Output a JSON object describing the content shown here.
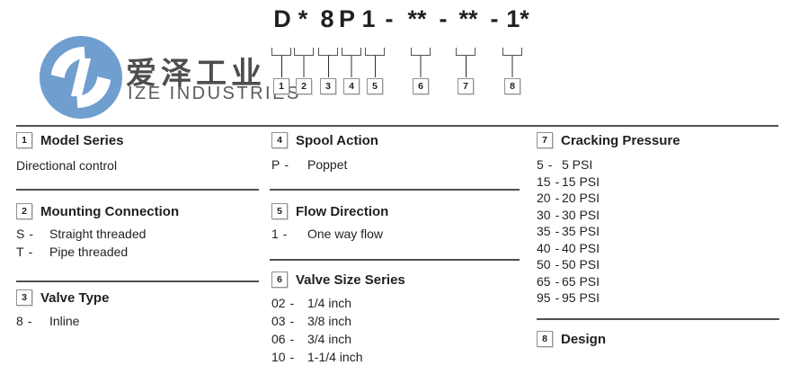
{
  "logo": {
    "chinese_name": "爱泽工业",
    "english_name": "IZE INDUSTRIES"
  },
  "model_code": {
    "tokens": [
      "D",
      "*",
      "8",
      "P",
      "1",
      "-",
      "**",
      "-",
      "**",
      "-",
      "1*"
    ],
    "key_numbers": [
      "1",
      "2",
      "3",
      "4",
      "5",
      "6",
      "7",
      "8"
    ]
  },
  "labels": {
    "dash": "-"
  },
  "sections": [
    {
      "num": "1",
      "title": "Model Series",
      "note": "Directional control",
      "rows": []
    },
    {
      "num": "2",
      "title": "Mounting Connection",
      "rows": [
        {
          "code": "S",
          "desc": "Straight threaded"
        },
        {
          "code": "T",
          "desc": "Pipe threaded"
        }
      ]
    },
    {
      "num": "3",
      "title": "Valve Type",
      "rows": [
        {
          "code": "8",
          "desc": "Inline"
        }
      ]
    },
    {
      "num": "4",
      "title": "Spool Action",
      "rows": [
        {
          "code": "P",
          "desc": "Poppet"
        }
      ]
    },
    {
      "num": "5",
      "title": "Flow Direction",
      "rows": [
        {
          "code": "1",
          "desc": "One way flow"
        }
      ]
    },
    {
      "num": "6",
      "title": "Valve Size Series",
      "rows": [
        {
          "code": "02",
          "desc": "1/4 inch"
        },
        {
          "code": "03",
          "desc": "3/8 inch"
        },
        {
          "code": "06",
          "desc": "3/4 inch"
        },
        {
          "code": "10",
          "desc": "1-1/4 inch"
        }
      ]
    },
    {
      "num": "7",
      "title": "Cracking Pressure",
      "rows": [
        {
          "code": "5",
          "desc": "5 PSI"
        },
        {
          "code": "15",
          "desc": "15 PSI"
        },
        {
          "code": "20",
          "desc": "20 PSI"
        },
        {
          "code": "30",
          "desc": "30 PSI"
        },
        {
          "code": "35",
          "desc": "35 PSI"
        },
        {
          "code": "40",
          "desc": "40 PSI"
        },
        {
          "code": "50",
          "desc": "50 PSI"
        },
        {
          "code": "65",
          "desc": "65 PSI"
        },
        {
          "code": "95",
          "desc": "95 PSI"
        }
      ]
    },
    {
      "num": "8",
      "title": "Design",
      "rows": []
    }
  ],
  "colors": {
    "logo_blue": "#6f9ecf",
    "text": "#231f20",
    "muted_gray": "#58595b",
    "divider": "#4f5052",
    "box_border": "#8f9194"
  }
}
